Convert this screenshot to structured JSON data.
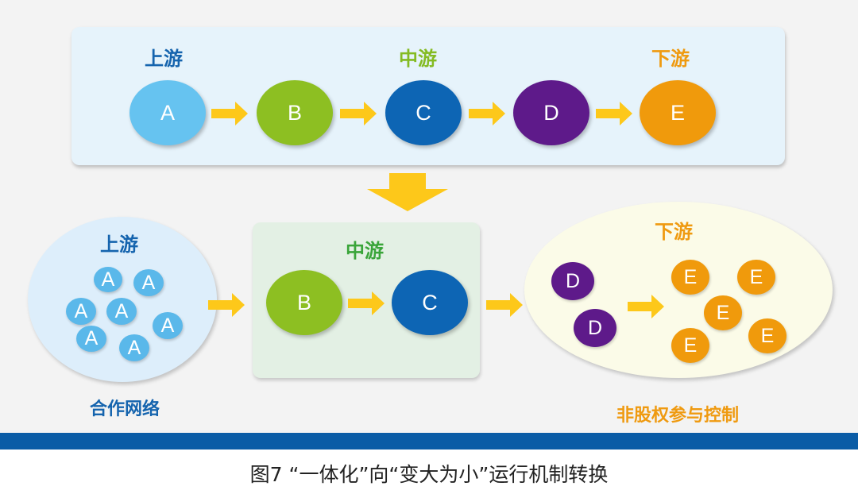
{
  "colors": {
    "upstream": "#66c3f0",
    "midstream_b": "#8dbf22",
    "midstream_c": "#0d65b4",
    "downstream_d": "#5e1a8a",
    "downstream_e": "#f09a0c",
    "arrow": "#fdc81a",
    "bar": "#0a5ca6",
    "label_upstream": "#1564ae",
    "label_midstream_top": "#84bb22",
    "label_midstream_bottom": "#3aa53a",
    "label_downstream": "#ef9a10"
  },
  "top_panel": {
    "labels": {
      "upstream": "上游",
      "midstream": "中游",
      "downstream": "下游"
    },
    "nodes": [
      "A",
      "B",
      "C",
      "D",
      "E"
    ]
  },
  "bottom": {
    "upstream": {
      "title": "上游",
      "nodes": [
        "A",
        "A",
        "A",
        "A",
        "A",
        "A",
        "A"
      ],
      "caption": "合作网络"
    },
    "midstream": {
      "title": "中游",
      "nodes": [
        "B",
        "C"
      ]
    },
    "downstream": {
      "title": "下游",
      "d_nodes": [
        "D",
        "D"
      ],
      "e_nodes": [
        "E",
        "E",
        "E",
        "E",
        "E"
      ],
      "caption": "非股权参与控制"
    }
  },
  "figure_caption": "图7 “一体化”向“变大为小”运行机制转换"
}
